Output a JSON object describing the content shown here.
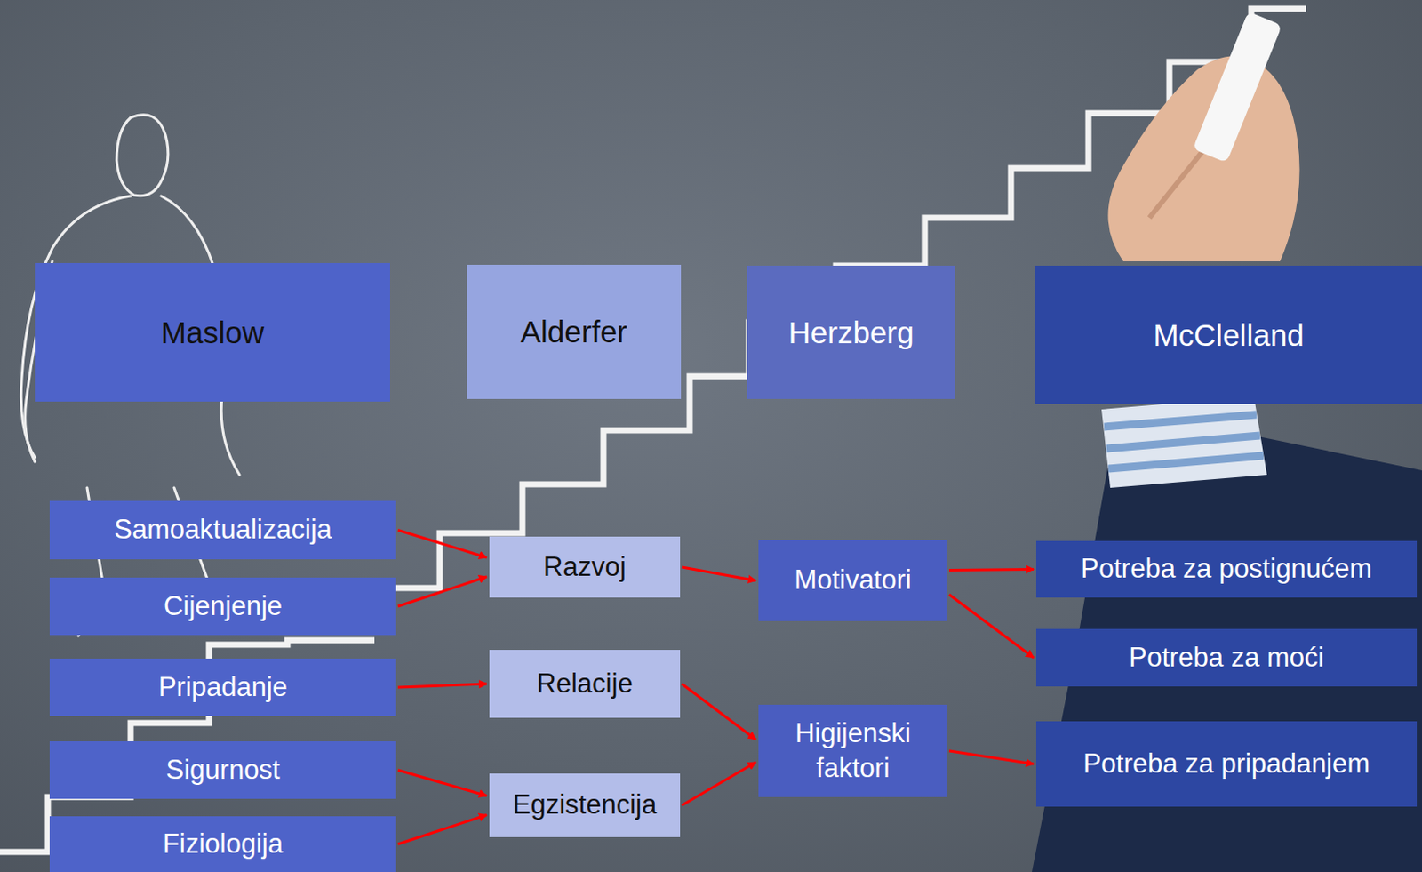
{
  "diagram": {
    "nodes": [
      {
        "text": [
          "Maslow"
        ]
      },
      {
        "text": [
          "Alderfer"
        ]
      },
      {
        "text": [
          "Herzberg"
        ]
      },
      {
        "text": [
          "McClelland"
        ]
      },
      {
        "text": [
          "Samoaktualizacija"
        ]
      },
      {
        "text": [
          "Cijenjenje"
        ]
      },
      {
        "text": [
          "Pripadanje"
        ]
      },
      {
        "text": [
          "Sigurnost"
        ]
      },
      {
        "text": [
          "Fiziologija"
        ]
      },
      {
        "text": [
          "Razvoj"
        ]
      },
      {
        "text": [
          "Relacije"
        ]
      },
      {
        "text": [
          "Egzistencija"
        ]
      },
      {
        "text": [
          "Motivatori"
        ]
      },
      {
        "text": [
          "Higijenski faktori"
        ]
      },
      {
        "text": [
          "Potreba za postignućem"
        ]
      },
      {
        "text": [
          "Potreba za moći"
        ]
      },
      {
        "text": [
          "Potreba za pripadanjem"
        ]
      }
    ],
    "edges": [
      {
        "from": 4,
        "to": 9,
        "arrow": "to"
      },
      {
        "from": 5,
        "to": 9,
        "arrow": "to"
      },
      {
        "from": 6,
        "to": 10,
        "arrow": "to"
      },
      {
        "from": 7,
        "to": 11,
        "arrow": "to"
      },
      {
        "from": 8,
        "to": 11,
        "arrow": "to"
      },
      {
        "from": 9,
        "to": 12,
        "arrow": "to"
      },
      {
        "from": 10,
        "to": 13,
        "arrow": "to"
      },
      {
        "from": 11,
        "to": 13,
        "arrow": "to"
      },
      {
        "from": 12,
        "to": 14,
        "arrow": "to"
      },
      {
        "from": 12,
        "to": 15,
        "arrow": "to"
      },
      {
        "from": 13,
        "to": 16,
        "arrow": "to"
      }
    ]
  }
}
